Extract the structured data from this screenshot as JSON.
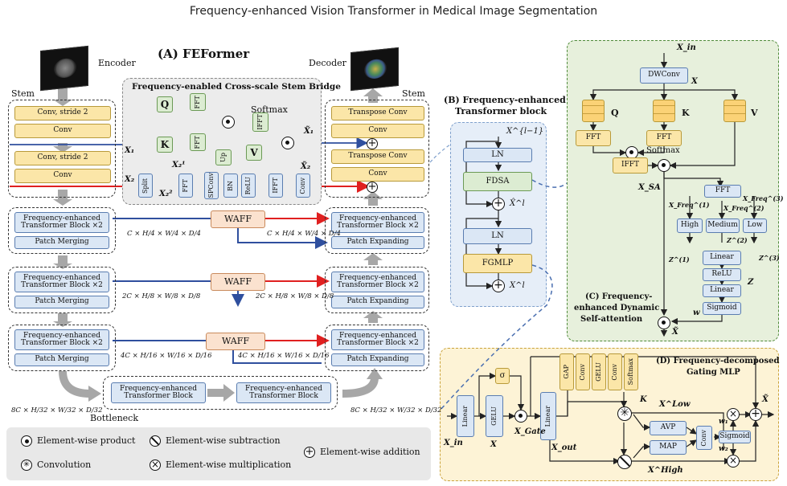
{
  "title": "Frequency-enhanced Vision Transformer in Medical Image Segmentation",
  "panelA": {
    "title": "(A) FEFormer",
    "encoder": "Encoder",
    "decoder": "Decoder",
    "stem_left": "Stem",
    "stem_right": "Stem",
    "bridge_title": "Frequency-enabled Cross-scale Stem Bridge",
    "softmax": "Softmax",
    "conv_s2_1": "Conv, stride 2",
    "conv_1": "Conv",
    "conv_s2_2": "Conv, stride 2",
    "conv_2": "Conv",
    "tconv1": "Transpose Conv",
    "dconv1": "Conv",
    "tconv2": "Transpose Conv",
    "dconv2": "Conv",
    "q": "Q",
    "k": "K",
    "v": "V",
    "fft": "FFT",
    "ifft": "IFFT",
    "up": "Up",
    "split": "Split",
    "spconv": "SPConv",
    "bn": "BN",
    "relu": "ReLU",
    "conv": "Conv",
    "x1": "X₁",
    "x2": "X₂",
    "x2_1": "X₂¹",
    "x2_2": "X₂²",
    "xt1": "X̃₁",
    "xt2": "X̃₂",
    "fe_block": "Frequency-enhanced Transformer Block ×2",
    "patch_merging": "Patch Merging",
    "patch_expanding": "Patch Expanding",
    "waff": "WAFF",
    "dim1": "C × H/4 × W/4 × D/4",
    "dim2": "2C × H/8 × W/8 × D/8",
    "dim3": "4C × H/16 × W/16 × D/16",
    "dim4": "8C × H/32 × W/32 × D/32",
    "bottleneck": "Bottleneck",
    "fe_block_single": "Frequency-enhanced Transformer Block"
  },
  "panelB": {
    "title1": "(B) Frequency-enhanced",
    "title2": "Transformer block",
    "xin": "X^{l−1}",
    "ln": "LN",
    "fdsa": "FDSA",
    "xhat": "X̂^l",
    "fgmlp": "FGMLP",
    "xout": "X^l"
  },
  "panelC": {
    "title1": "(C) Frequency-",
    "title2": "enhanced Dynamic",
    "title3": "Self-attention",
    "xin": "X_in",
    "dwconv": "DWConv",
    "x": "X",
    "q": "Q",
    "k": "K",
    "v": "V",
    "fft": "FFT",
    "ifft": "IFFT",
    "softmax": "Softmax",
    "xsa": "X_SA",
    "high": "High",
    "medium": "Medium",
    "low": "Low",
    "xf1": "X_Freq^(1)",
    "xf2": "X_Freq^(2)",
    "xf3": "X_Freq^(3)",
    "z1": "Z^(1)",
    "z2": "Z^(2)",
    "z3": "Z^(3)",
    "linear": "Linear",
    "relu": "ReLU",
    "sigmoid": "Sigmoid",
    "z": "Z",
    "w": "w",
    "xt": "X̃"
  },
  "panelD": {
    "title1": "(D) Frequency-decomposed",
    "title2": "Gating MLP",
    "linear": "Linear",
    "gelu": "GELU",
    "sigma": "σ",
    "gap": "GAP",
    "conv": "Conv",
    "softmax": "Softmax",
    "k": "K",
    "xlow": "X^Low",
    "xhigh": "X^High",
    "avp": "AVP",
    "map": "MAP",
    "sigmoid": "Sigmoid",
    "w1": "w₁",
    "w2": "w₂",
    "xin": "X_in",
    "x": "X",
    "xgate": "X_Gate",
    "xout": "X_out",
    "xt": "X̃"
  },
  "legend": {
    "product": "Element-wise product",
    "subtraction": "Element-wise subtraction",
    "addition": "Element-wise addition",
    "convolution": "Convolution",
    "multiplication": "Element-wise multiplication"
  },
  "colors": {
    "yellow": "#fbe6a8",
    "blue": "#dbe7f5",
    "green": "#dcecd2",
    "orange": "#fbe2cf",
    "arrow_blue": "#2f4f9e",
    "arrow_red": "#e02020",
    "gray": "#a7a7a7",
    "panelC_bg": "#e7f0dc",
    "panelD_bg": "#fdf3d6",
    "panelB_bg": "#e6eef8"
  }
}
